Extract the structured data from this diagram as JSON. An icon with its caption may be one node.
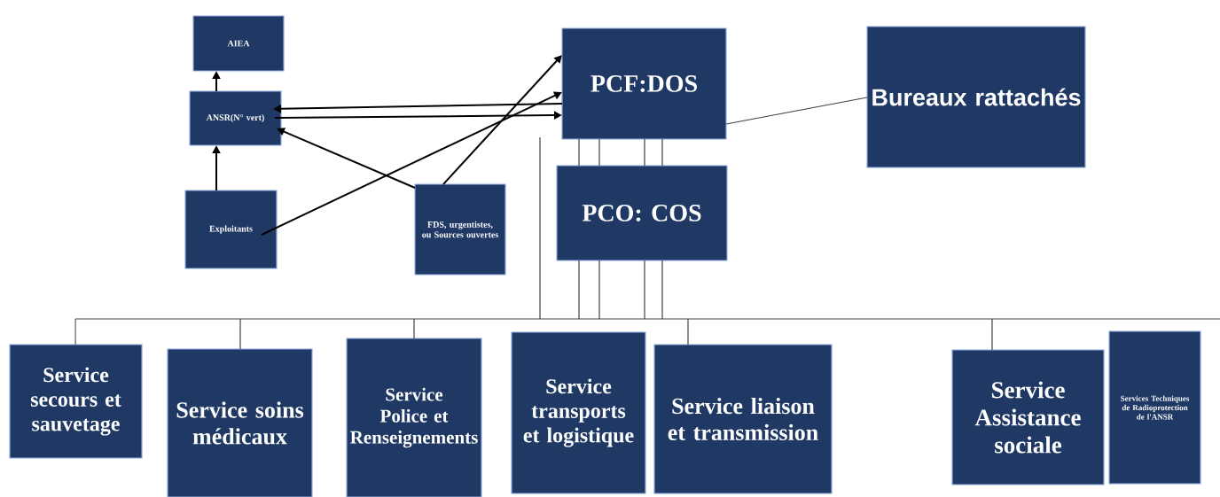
{
  "diagram": {
    "nodes": [
      {
        "text": [
          "AIEA"
        ]
      },
      {
        "text": [
          "ANSR(N° vert)"
        ]
      },
      {
        "text": [
          "Exploitants"
        ]
      },
      {
        "text": [
          "FDS, urgentistes, ou Sources ouvertes"
        ]
      },
      {
        "text": [
          "PCF:DOS"
        ]
      },
      {
        "text": [
          "Bureaux rattachés"
        ]
      },
      {
        "text": [
          "PCO: COS"
        ]
      },
      {
        "text": [
          "Service secours et sauvetage"
        ]
      },
      {
        "text": [
          "Service soins médicaux"
        ]
      },
      {
        "text": [
          "Service Police et Renseignements"
        ]
      },
      {
        "text": [
          "Service transports et logistique"
        ]
      },
      {
        "text": [
          "Service liaison et transmission"
        ]
      },
      {
        "text": [
          "Service Assistance sociale"
        ]
      },
      {
        "text": [
          "Services Techniques de Radioprotection de l'ANSR"
        ]
      }
    ],
    "edges": [
      {
        "from": 1,
        "to": 0,
        "arrow": "to"
      },
      {
        "from": 2,
        "to": 1,
        "arrow": "to"
      },
      {
        "from": 4,
        "to": 1,
        "arrow": "to"
      },
      {
        "from": 1,
        "to": 4,
        "arrow": "to"
      },
      {
        "from": 2,
        "to": 4,
        "arrow": "to"
      },
      {
        "from": 3,
        "to": 1,
        "arrow": "to"
      },
      {
        "from": 3,
        "to": 4,
        "arrow": "to"
      },
      {
        "from": 4,
        "to": 5,
        "arrow": "none"
      },
      {
        "from": 4,
        "to": 6,
        "arrow": "none"
      },
      {
        "from": 6,
        "to": 7,
        "arrow": "none"
      },
      {
        "from": 6,
        "to": 8,
        "arrow": "none"
      },
      {
        "from": 6,
        "to": 9,
        "arrow": "none"
      },
      {
        "from": 6,
        "to": 11,
        "arrow": "none"
      },
      {
        "from": 6,
        "to": 12,
        "arrow": "none"
      }
    ]
  }
}
